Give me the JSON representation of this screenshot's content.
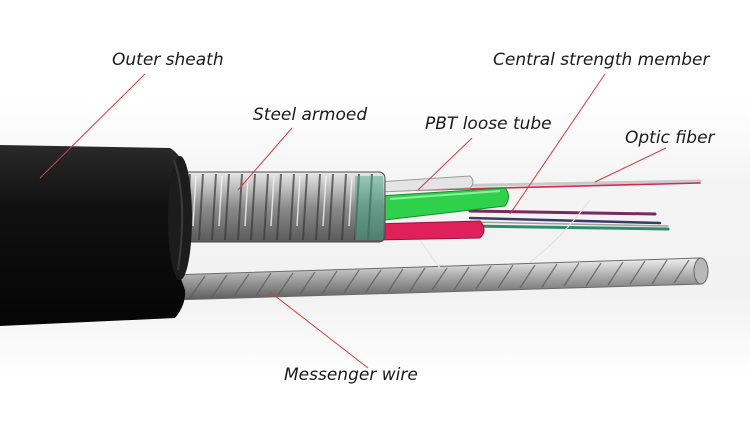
{
  "labels": {
    "outer_sheath": "Outer sheath",
    "steel_armoed": "Steel armoed",
    "pbt_loose_tube": "PBT loose tube",
    "central_strength_member": "Central strength member",
    "optic_fiber": "Optic fiber",
    "messenger_wire": "Messenger wire"
  },
  "colors": {
    "leader_line": "#d63a3a",
    "sheath": "#141414",
    "steel": "#9a9a9a",
    "green_tube": "#2fd14a",
    "red_tube": "#e0205a",
    "background": "#ffffff"
  }
}
